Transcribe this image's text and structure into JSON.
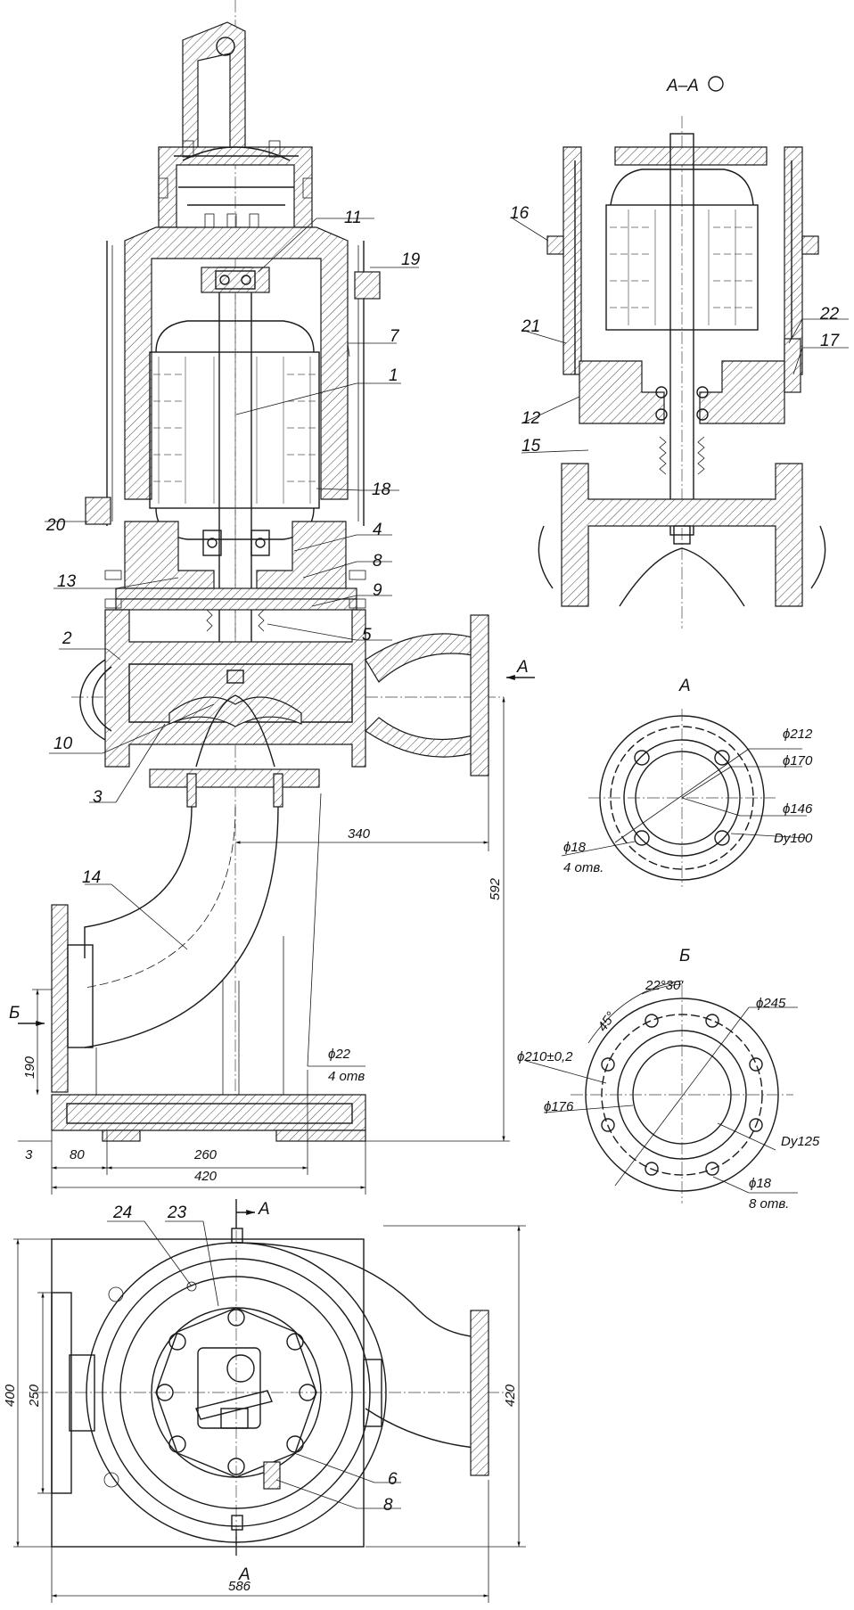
{
  "section_title": "A–A",
  "view_a_title": "А",
  "view_b_title": "Б",
  "cut_marks": {
    "a_right": "А",
    "a_top": "А",
    "a_bottom": "А",
    "b_left": "Б"
  },
  "part_numbers": [
    "1",
    "2",
    "3",
    "4",
    "5",
    "6",
    "7",
    "8",
    "9",
    "10",
    "11",
    "12",
    "13",
    "14",
    "15",
    "16",
    "17",
    "18",
    "19",
    "20",
    "21",
    "22",
    "23",
    "24"
  ],
  "dimensions": {
    "d340": "340",
    "d592": "592",
    "d190": "190",
    "d3": "3",
    "d80": "80",
    "d260": "260",
    "d420": "420",
    "d420_v": "420",
    "d22": "ϕ22",
    "d22_holes": "4 отв",
    "d400": "400",
    "d250": "250",
    "d586": "586"
  },
  "flange_a": {
    "d212": "ϕ212",
    "d170": "ϕ170",
    "d146": "ϕ146",
    "dy100": "Dy100",
    "d18": "ϕ18",
    "holes": "4 отв."
  },
  "flange_b": {
    "angle1": "22°30'",
    "angle2": "45°",
    "d245": "ϕ245",
    "d210": "ϕ210±0,2",
    "d176": "ϕ176",
    "dy125": "Dy125",
    "d18": "ϕ18",
    "holes": "8 отв."
  }
}
